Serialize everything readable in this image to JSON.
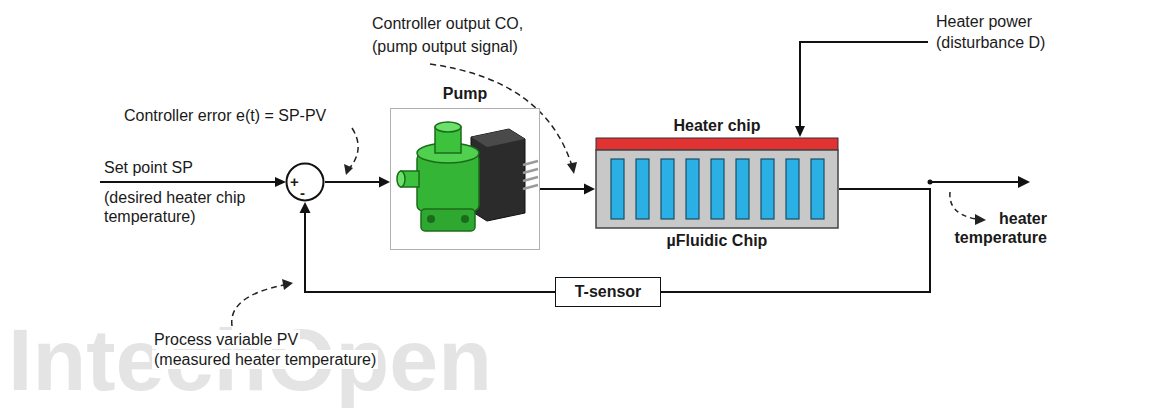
{
  "diagram": {
    "nodes": [
      {
        "text": [
          "+",
          "-"
        ]
      },
      {
        "text": [
          "Pump"
        ]
      },
      {
        "text": [
          "Heater chip",
          "µFluidic Chip"
        ]
      },
      {
        "text": [
          "T-sensor"
        ]
      }
    ],
    "edges": [
      {
        "from": 0,
        "to": 1,
        "arrow": "to"
      },
      {
        "from": 1,
        "to": 2,
        "arrow": "to"
      },
      {
        "from": 2,
        "to": 3,
        "arrow": "none"
      },
      {
        "from": 3,
        "to": 0,
        "arrow": "to"
      }
    ],
    "labels": [
      "IntechOpen",
      "Controller output CO,",
      "(pump output signal)",
      "Controller error e(t) = SP-PV",
      "Heater power",
      "(disturbance D)",
      "Set point SP",
      "(desired heater chip temperature)",
      "heater temperature",
      "Process variable PV",
      "(measured heater temperature)"
    ]
  }
}
